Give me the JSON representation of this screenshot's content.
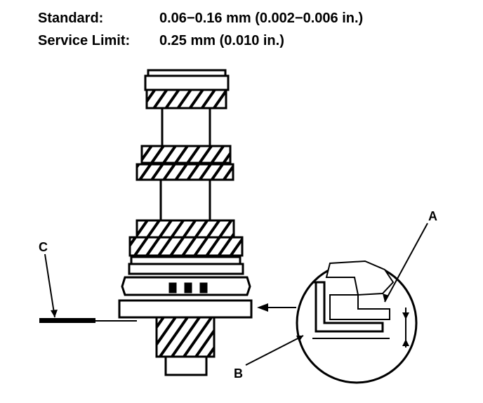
{
  "specs": {
    "standard_label": "Standard:",
    "standard_value": "0.06−0.16 mm (0.002−0.006 in.)",
    "service_limit_label": "Service Limit:",
    "service_limit_value": "0.25 mm (0.010 in.)"
  },
  "callouts": {
    "a": "A",
    "b": "B",
    "c": "C"
  }
}
